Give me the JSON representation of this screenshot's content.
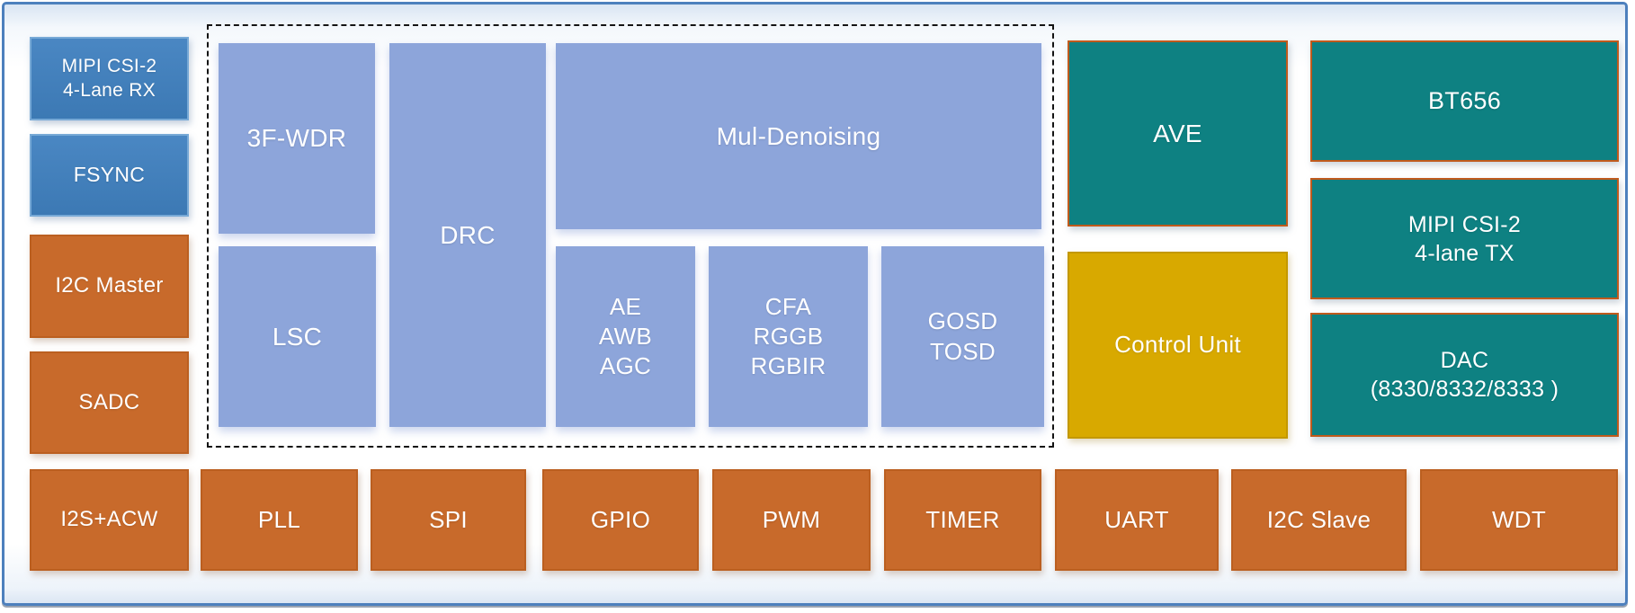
{
  "colors": {
    "frame-border": "#4d80bd",
    "blue-fill": "#4181bd",
    "blue-border": "#77a9d6",
    "orange-fill": "#c86a2b",
    "orange-border": "#bb5f20",
    "periwinkle-fill": "#8da5da",
    "teal-fill": "#0e8182",
    "teal-border": "#c05a1c",
    "gold-fill": "#d8a900",
    "gold-border": "#c39800",
    "label-text": "#ffffff"
  },
  "left_column": {
    "items": [
      {
        "label": "MIPI CSI-2\n4-Lane RX"
      },
      {
        "label": "FSYNC"
      },
      {
        "label": "I2C Master"
      },
      {
        "label": "SADC"
      },
      {
        "label": "I2S+ACW"
      }
    ]
  },
  "isp_group": {
    "wdr": "3F-WDR",
    "drc": "DRC",
    "mul_denoising": "Mul-Denoising",
    "lsc": "LSC",
    "ae_awb_agc": "AE\nAWB\nAGC",
    "cfa": "CFA\nRGGB\nRGBIR",
    "gosd": "GOSD\nTOSD"
  },
  "middle_column": {
    "ave": "AVE",
    "control_unit": "Control Unit"
  },
  "right_column": {
    "bt656": "BT656",
    "mipi_tx": "MIPI CSI-2\n4-lane TX",
    "dac": "DAC\n(8330/8332/8333 )"
  },
  "bottom_row": [
    "PLL",
    "SPI",
    "GPIO",
    "PWM",
    "TIMER",
    "UART",
    "I2C Slave",
    "WDT"
  ]
}
